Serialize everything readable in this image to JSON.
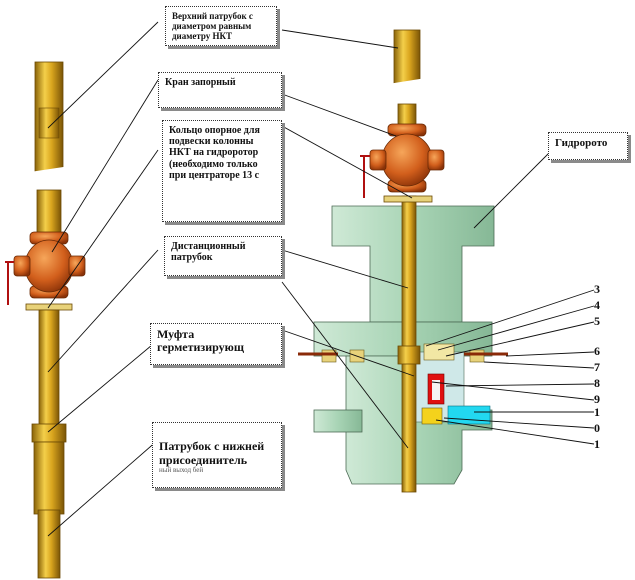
{
  "callouts": {
    "upper_pipe": "Верхний патрубок с диаметром равным диаметру НКТ",
    "shutoff_valve": "Кран запорный",
    "support_ring": "Кольцо опорное для подвески колонны НКТ на гидроротор (необходимо только при центраторе 13 с",
    "spacer_pipe": "Дистанционный патрубок",
    "sealing_coupling": "Муфта герметизирующ",
    "lower_pipe": "Патрубок с нижней присоединитель",
    "lower_pipe_faded": "ный выход бей",
    "hydrorotor": "Гидророто"
  },
  "part_numbers": [
    "3",
    "4",
    "5",
    "6",
    "7",
    "8",
    "9",
    "1",
    "0",
    "1"
  ],
  "colors": {
    "pipe": "#D4A21C",
    "valve": "#D2621E",
    "body": "#A9D6B6",
    "seal_red": "#E01010",
    "cyan": "#22D8F0"
  }
}
